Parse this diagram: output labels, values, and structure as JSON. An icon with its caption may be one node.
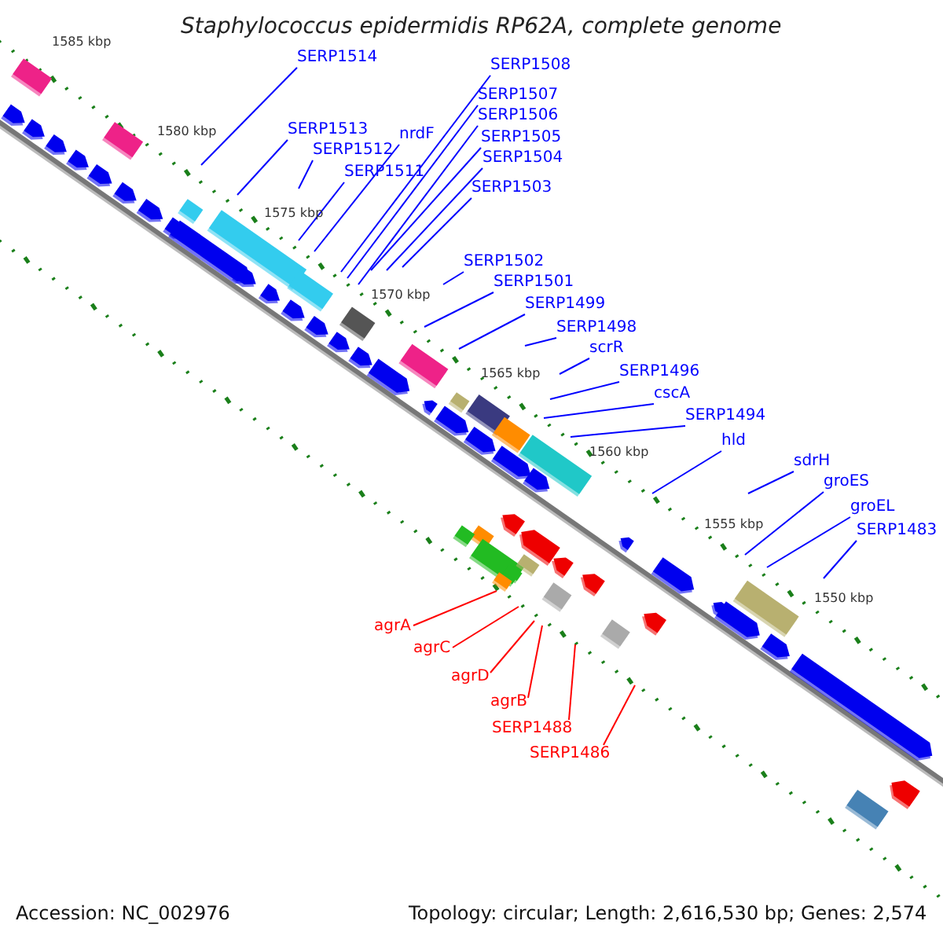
{
  "diagram": {
    "title": "Staphylococcus epidermidis RP62A, complete genome",
    "nodes": [
      {
        "text": [
          "SERP1514"
        ]
      },
      {
        "text": [
          "SERP1513"
        ]
      },
      {
        "text": [
          "SERP1512"
        ]
      },
      {
        "text": [
          "nrdF"
        ]
      },
      {
        "text": [
          "SERP1511"
        ]
      },
      {
        "text": [
          "SERP1508"
        ]
      },
      {
        "text": [
          "SERP1507"
        ]
      },
      {
        "text": [
          "SERP1506"
        ]
      },
      {
        "text": [
          "SERP1505"
        ]
      },
      {
        "text": [
          "SERP1504"
        ]
      },
      {
        "text": [
          "SERP1503"
        ]
      },
      {
        "text": [
          "SERP1502"
        ]
      },
      {
        "text": [
          "SERP1501"
        ]
      },
      {
        "text": [
          "SERP1499"
        ]
      },
      {
        "text": [
          "SERP1498"
        ]
      },
      {
        "text": [
          "scrR"
        ]
      },
      {
        "text": [
          "SERP1496"
        ]
      },
      {
        "text": [
          "cscA"
        ]
      },
      {
        "text": [
          "SERP1494"
        ]
      },
      {
        "text": [
          "hld"
        ]
      },
      {
        "text": [
          "sdrH"
        ]
      },
      {
        "text": [
          "groES"
        ]
      },
      {
        "text": [
          "groEL"
        ]
      },
      {
        "text": [
          "SERP1483"
        ]
      },
      {
        "text": [
          "agrA"
        ]
      },
      {
        "text": [
          "agrC"
        ]
      },
      {
        "text": [
          "agrD"
        ]
      },
      {
        "text": [
          "agrB"
        ]
      },
      {
        "text": [
          "SERP1488"
        ]
      },
      {
        "text": [
          "SERP1486"
        ]
      }
    ],
    "edges": [
      {
        "from": 0,
        "to": null,
        "arrow": "none"
      },
      {
        "from": 1,
        "to": null,
        "arrow": "none"
      },
      {
        "from": 2,
        "to": null,
        "arrow": "none"
      },
      {
        "from": 3,
        "to": null,
        "arrow": "none"
      },
      {
        "from": 4,
        "to": null,
        "arrow": "none"
      },
      {
        "from": 5,
        "to": null,
        "arrow": "none"
      },
      {
        "from": 6,
        "to": null,
        "arrow": "none"
      },
      {
        "from": 7,
        "to": null,
        "arrow": "none"
      },
      {
        "from": 8,
        "to": null,
        "arrow": "none"
      },
      {
        "from": 9,
        "to": null,
        "arrow": "none"
      },
      {
        "from": 10,
        "to": null,
        "arrow": "none"
      },
      {
        "from": 11,
        "to": null,
        "arrow": "none"
      },
      {
        "from": 12,
        "to": null,
        "arrow": "none"
      },
      {
        "from": 13,
        "to": null,
        "arrow": "none"
      },
      {
        "from": 14,
        "to": null,
        "arrow": "none"
      },
      {
        "from": 15,
        "to": null,
        "arrow": "none"
      },
      {
        "from": 16,
        "to": null,
        "arrow": "none"
      },
      {
        "from": 17,
        "to": null,
        "arrow": "none"
      },
      {
        "from": 18,
        "to": null,
        "arrow": "none"
      },
      {
        "from": 19,
        "to": null,
        "arrow": "none"
      },
      {
        "from": 20,
        "to": null,
        "arrow": "none"
      },
      {
        "from": 21,
        "to": null,
        "arrow": "none"
      },
      {
        "from": 22,
        "to": null,
        "arrow": "none"
      },
      {
        "from": 23,
        "to": null,
        "arrow": "none"
      },
      {
        "from": 24,
        "to": null,
        "arrow": "none",
        "color": "#ff0000"
      },
      {
        "from": 25,
        "to": null,
        "arrow": "none",
        "color": "#ff0000"
      },
      {
        "from": 26,
        "to": null,
        "arrow": "none",
        "color": "#ff0000"
      },
      {
        "from": 27,
        "to": null,
        "arrow": "none",
        "color": "#ff0000"
      },
      {
        "from": 28,
        "to": null,
        "arrow": "none",
        "color": "#ff0000"
      },
      {
        "from": 29,
        "to": null,
        "arrow": "none",
        "color": "#ff0000"
      }
    ],
    "labels": [
      "1585 kbp",
      "1580 kbp",
      "1575 kbp",
      "1570 kbp",
      "1565 kbp",
      "1560 kbp",
      "1555 kbp",
      "1550 kbp",
      "Accession: NC_002976",
      "Topology: circular; Length: 2,616,530 bp; Genes: 2,574"
    ]
  }
}
